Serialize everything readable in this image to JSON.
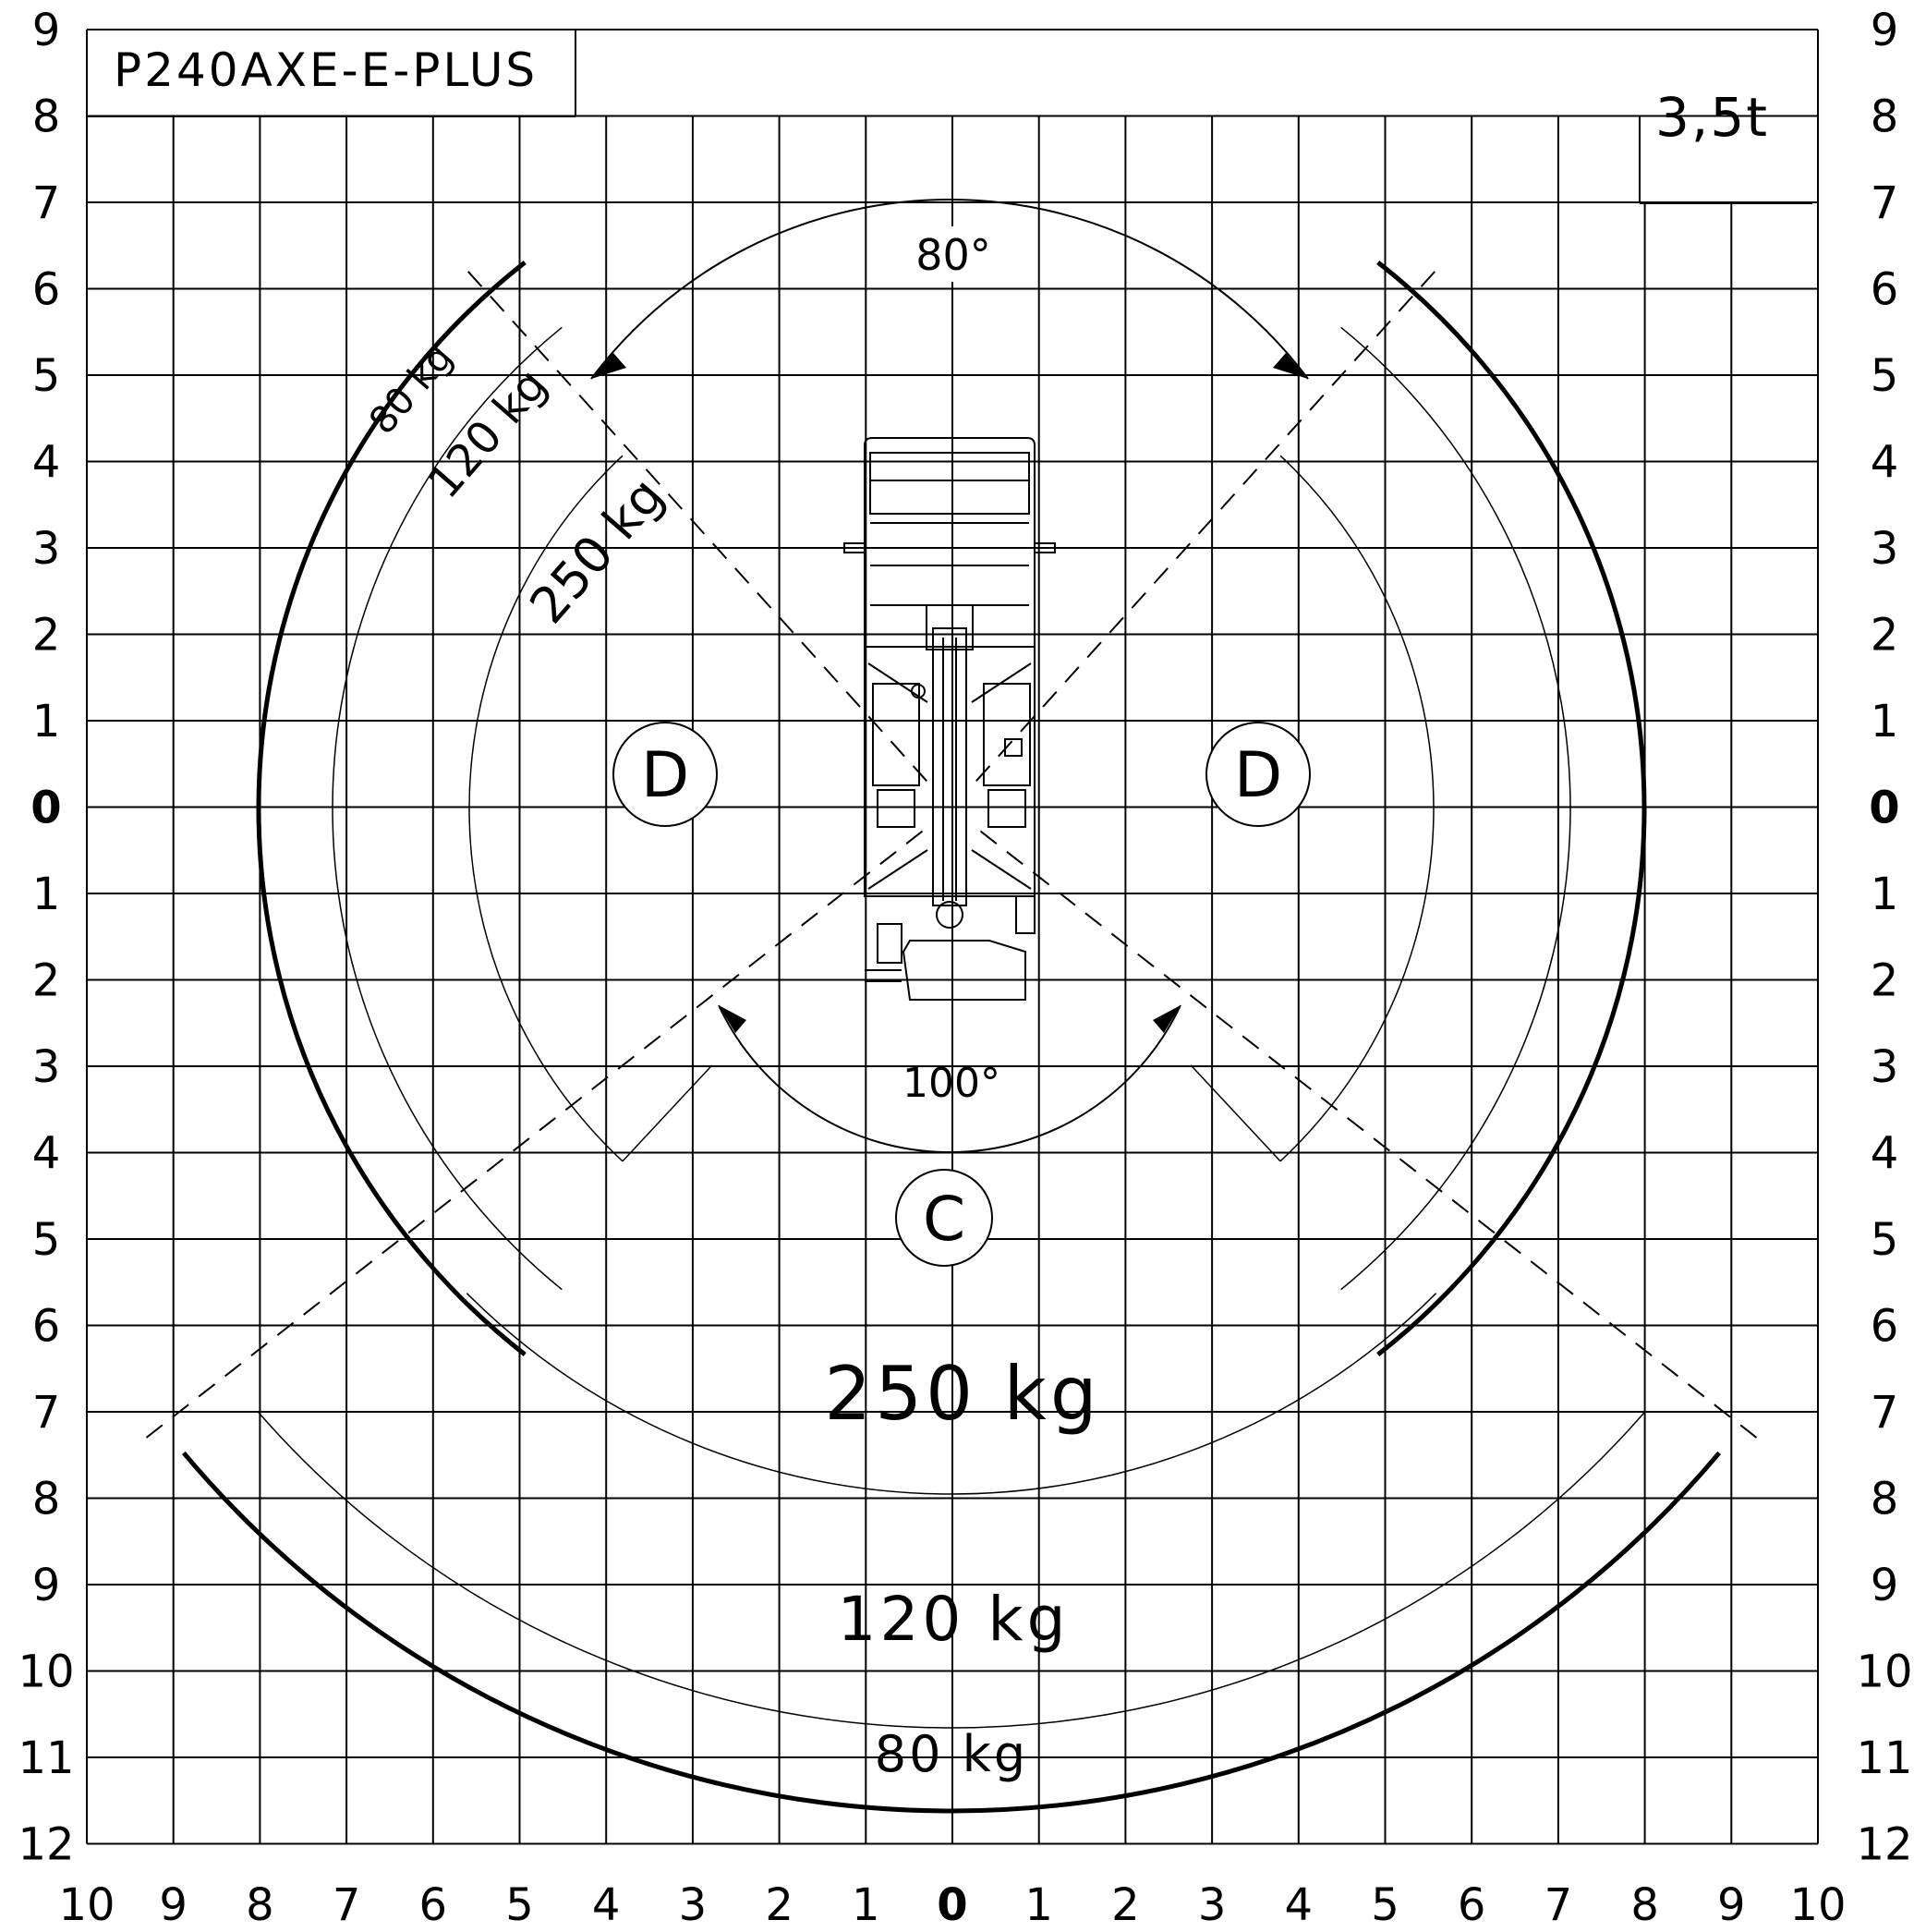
{
  "model": "P240AXE-E-PLUS",
  "vehicle_weight": "3,5t",
  "grid": {
    "y_labels_top": [
      "9",
      "8",
      "7",
      "6",
      "5",
      "4",
      "3",
      "2",
      "1",
      "0"
    ],
    "y_labels_bottom": [
      "1",
      "2",
      "3",
      "4",
      "5",
      "6",
      "7",
      "8",
      "9",
      "10",
      "11",
      "12"
    ],
    "x_labels": [
      "10",
      "9",
      "8",
      "7",
      "6",
      "5",
      "4",
      "3",
      "2",
      "1",
      "0",
      "1",
      "2",
      "3",
      "4",
      "5",
      "6",
      "7",
      "8",
      "9",
      "10"
    ]
  },
  "zones": {
    "side_left": {
      "letter": "D",
      "loads": [
        "80 kg",
        "120 kg",
        "250 kg"
      ]
    },
    "side_right": {
      "letter": "D"
    },
    "rear": {
      "letter": "C",
      "loads": [
        "250 kg",
        "120 kg",
        "80 kg"
      ]
    }
  },
  "angles": {
    "front": "80°",
    "rear": "100°"
  }
}
